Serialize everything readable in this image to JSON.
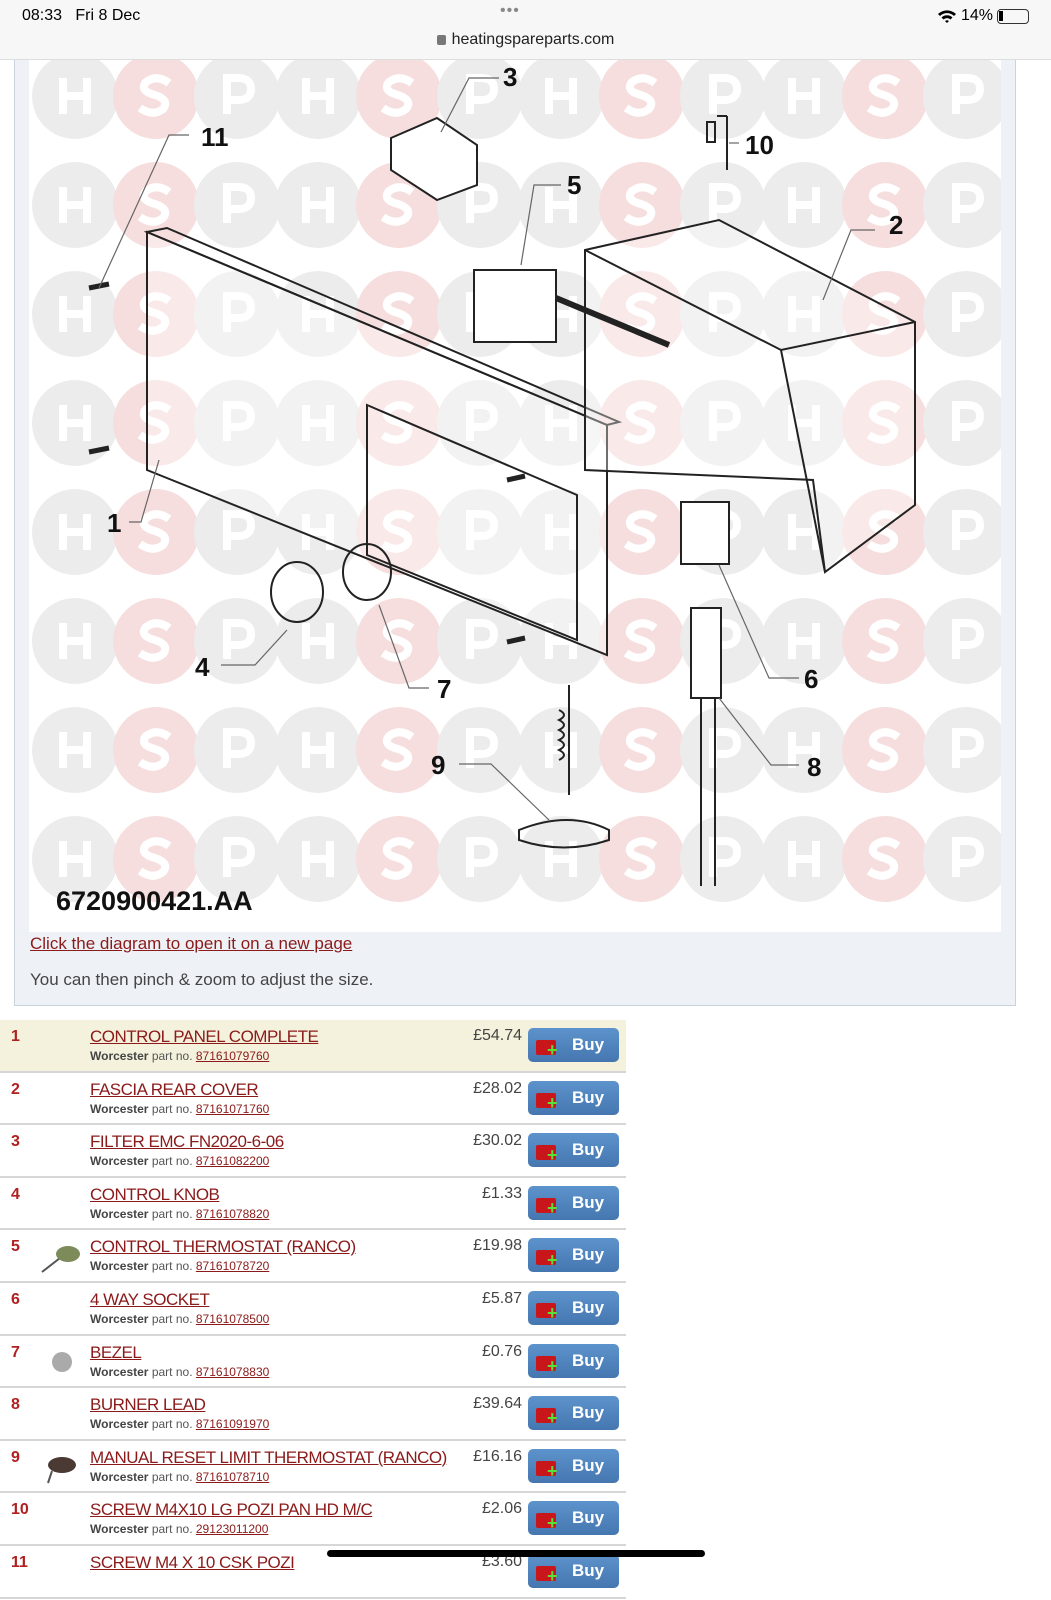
{
  "status": {
    "time": "08:33",
    "date": "Fri 8 Dec",
    "battery": "14%",
    "url": "heatingspareparts.com"
  },
  "diagram": {
    "code": "6720900421.AA",
    "watermark": [
      "H",
      "S",
      "P"
    ],
    "callouts": [
      "1",
      "2",
      "3",
      "4",
      "5",
      "6",
      "7",
      "8",
      "9",
      "10",
      "11"
    ],
    "link": "Click the diagram to open it on a new page",
    "hint": "You can then pinch & zoom to adjust the size."
  },
  "parts": [
    {
      "num": "1",
      "name": "CONTROL PANEL COMPLETE",
      "brand": "Worcester",
      "label": "part no.",
      "partno": "87161079760",
      "price": "£54.74",
      "buy": "Buy"
    },
    {
      "num": "2",
      "name": "FASCIA REAR COVER",
      "brand": "Worcester",
      "label": "part no.",
      "partno": "87161071760",
      "price": "£28.02",
      "buy": "Buy"
    },
    {
      "num": "3",
      "name": "FILTER EMC FN2020-6-06",
      "brand": "Worcester",
      "label": "part no.",
      "partno": "87161082200",
      "price": "£30.02",
      "buy": "Buy"
    },
    {
      "num": "4",
      "name": "CONTROL KNOB",
      "brand": "Worcester",
      "label": "part no.",
      "partno": "87161078820",
      "price": "£1.33",
      "buy": "Buy"
    },
    {
      "num": "5",
      "name": "CONTROL THERMOSTAT (RANCO)",
      "brand": "Worcester",
      "label": "part no.",
      "partno": "87161078720",
      "price": "£19.98",
      "buy": "Buy",
      "thumb": "thermostat"
    },
    {
      "num": "6",
      "name": "4 WAY SOCKET",
      "brand": "Worcester",
      "label": "part no.",
      "partno": "87161078500",
      "price": "£5.87",
      "buy": "Buy"
    },
    {
      "num": "7",
      "name": "BEZEL",
      "brand": "Worcester",
      "label": "part no.",
      "partno": "87161078830",
      "price": "£0.76",
      "buy": "Buy",
      "thumb": "bezel"
    },
    {
      "num": "8",
      "name": "BURNER LEAD",
      "brand": "Worcester",
      "label": "part no.",
      "partno": "87161091970",
      "price": "£39.64",
      "buy": "Buy"
    },
    {
      "num": "9",
      "name": "MANUAL RESET LIMIT THERMOSTAT (RANCO)",
      "brand": "Worcester",
      "label": "part no.",
      "partno": "87161078710",
      "price": "£16.16",
      "buy": "Buy",
      "thumb": "limit"
    },
    {
      "num": "10",
      "name": "SCREW M4X10 LG POZI PAN HD M/C",
      "brand": "Worcester",
      "label": "part no.",
      "partno": "29123011200",
      "price": "£2.06",
      "buy": "Buy"
    },
    {
      "num": "11",
      "name": "SCREW M4 X 10 CSK POZI",
      "brand": "",
      "label": "",
      "partno": "",
      "price": "£3.60",
      "buy": "Buy"
    }
  ]
}
